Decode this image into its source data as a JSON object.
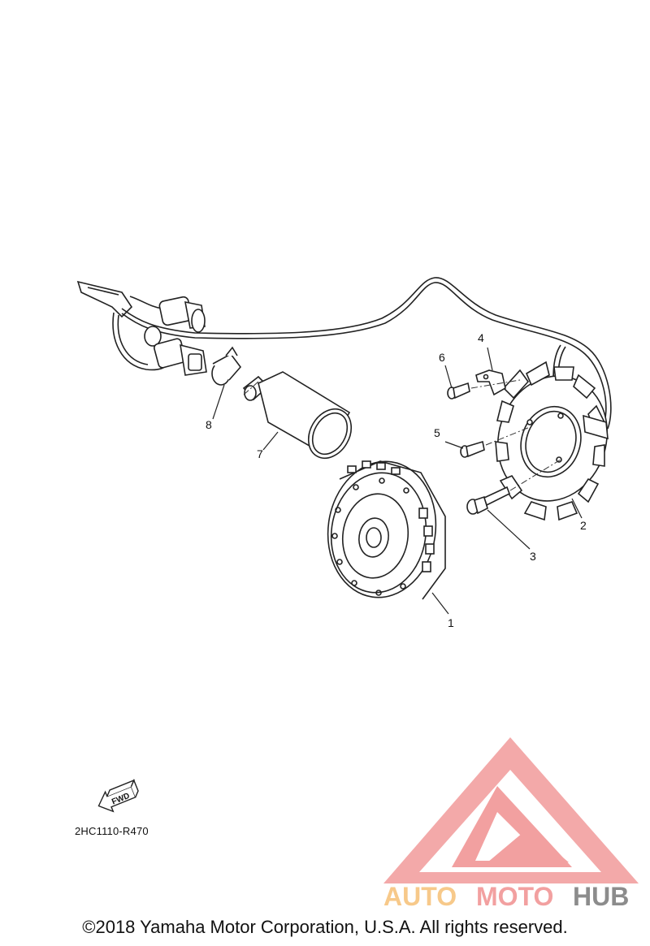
{
  "callouts": {
    "p1": "1",
    "p2": "2",
    "p3": "3",
    "p4": "4",
    "p5": "5",
    "p6": "6",
    "p7": "7",
    "p8": "8"
  },
  "fwd_label": "FWD",
  "part_code": "2HC1110-R470",
  "copyright": "©2018 Yamaha Motor Corporation, U.S.A. All rights reserved.",
  "watermark": {
    "text_auto": "AUTO",
    "text_moto": "MOTO",
    "text_hub": "HUB",
    "colors": {
      "red": "#f2a0a0",
      "orange": "#f7c98a",
      "gray": "#8c8c8c"
    }
  }
}
